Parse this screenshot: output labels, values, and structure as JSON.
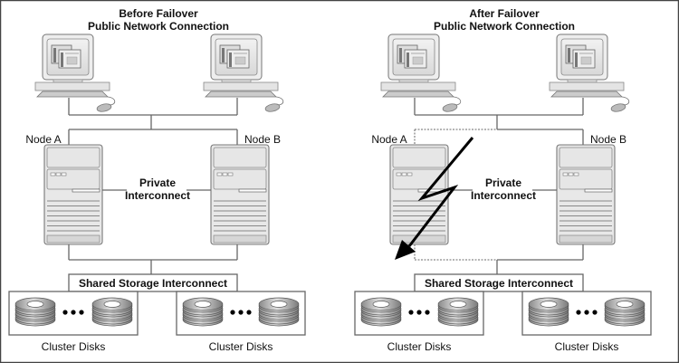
{
  "diagram": {
    "title": "Cluster failover",
    "panels": [
      {
        "id": "before",
        "title": "Before Failover",
        "subtitle": "Public Network Connection",
        "node_a_label": "Node A",
        "node_b_label": "Node B",
        "private_label_1": "Private",
        "private_label_2": "Interconnect",
        "storage_label": "Shared Storage Interconnect",
        "disks_left_label": "Cluster Disks",
        "disks_right_label": "Cluster Disks",
        "node_a_state": "online"
      },
      {
        "id": "after",
        "title": "After Failover",
        "subtitle": "Public Network Connection",
        "node_a_label": "Node A",
        "node_b_label": "Node B",
        "private_label_1": "Private",
        "private_label_2": "Interconnect",
        "storage_label": "Shared Storage Interconnect",
        "disks_left_label": "Cluster Disks",
        "disks_right_label": "Cluster Disks",
        "node_a_state": "failed"
      }
    ],
    "colors": {
      "line": "#666666",
      "border": "#444444",
      "device_fill": "#e6e6e6",
      "device_stroke": "#777777",
      "failure_arrow": "#000000"
    }
  }
}
